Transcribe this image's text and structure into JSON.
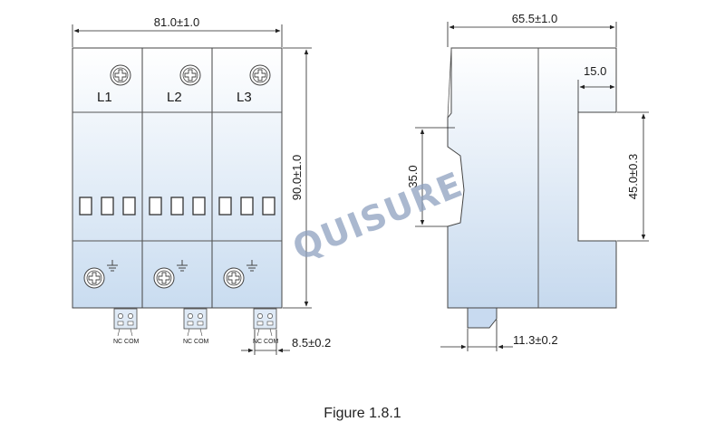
{
  "figure": {
    "caption": "Figure 1.8.1",
    "watermark": "QUISURE",
    "colors": {
      "body_top": "#ffffff",
      "body_bottom": "#c9dcf0",
      "outline": "#444444",
      "dim_line": "#222222",
      "watermark": "#8ea0bf"
    }
  },
  "front_view": {
    "poles": [
      {
        "label": "L1"
      },
      {
        "label": "L2"
      },
      {
        "label": "L3"
      }
    ],
    "terminal_label": "NC COM",
    "dimensions": {
      "width": "81.0±1.0",
      "height": "90.0±1.0",
      "terminal_width": "8.5±0.2"
    }
  },
  "side_view": {
    "dimensions": {
      "depth": "65.5±1.0",
      "step": "15.0",
      "front_height": "45.0±0.3",
      "rail_height": "35.0",
      "foot_width": "11.3±0.2"
    }
  }
}
